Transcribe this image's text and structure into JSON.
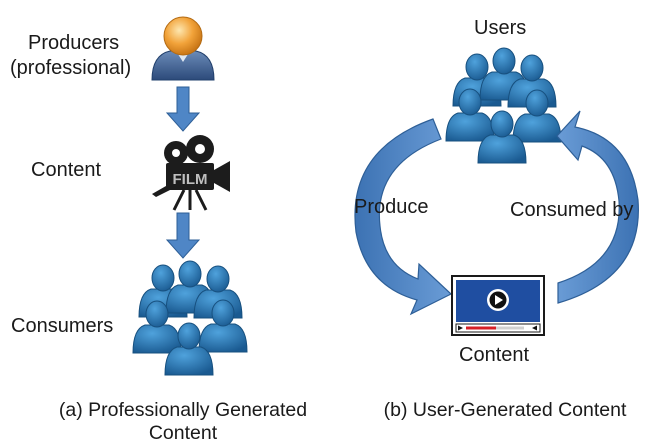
{
  "panel_a": {
    "producers_line1": "Producers",
    "producers_line2": "(professional)",
    "content_label": "Content",
    "film_text": "FILM",
    "consumers_label": "Consumers",
    "caption_line1": "(a) Professionally Generated",
    "caption_line2": "Content"
  },
  "panel_b": {
    "users_label": "Users",
    "produce_label": "Produce",
    "consumed_by_label": "Consumed by",
    "content_label": "Content",
    "caption": "(b) User-Generated Content"
  },
  "colors": {
    "arrow_fill": "#4f86c6",
    "arrow_stroke": "#2e5f97",
    "person_blue": "#2a74b0",
    "producer_head": "#f2a33a",
    "player_screen": "#1f4ea1",
    "progress_red": "#d61f26"
  },
  "icons": [
    "producer-person-icon",
    "film-camera-icon",
    "user-group-icon",
    "video-player-icon",
    "play-icon"
  ]
}
